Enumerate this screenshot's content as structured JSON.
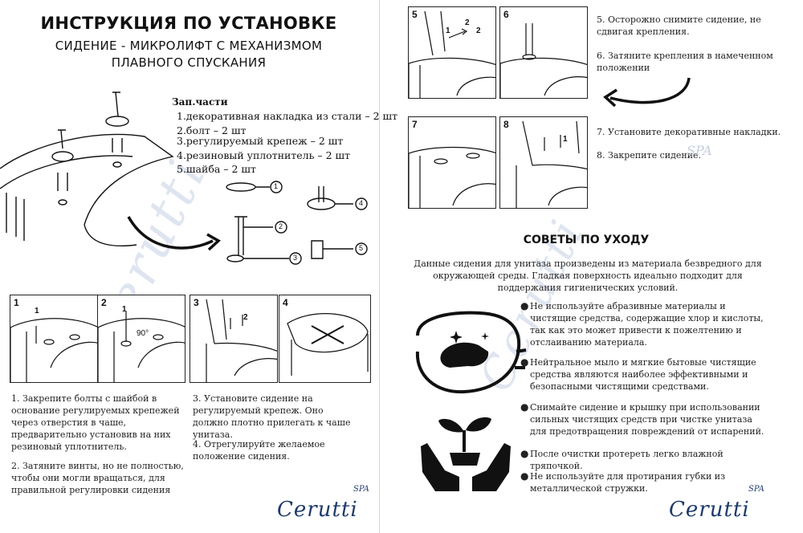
{
  "header": {
    "title": "ИНСТРУКЦИЯ ПО УСТАНОВКЕ",
    "subtitle_line1": "СИДЕНИЕ - МИКРОЛИФТ С МЕХАНИЗМОМ",
    "subtitle_line2": "ПЛАВНОГО СПУСКАНИЯ"
  },
  "parts": {
    "title": "Зап.части",
    "items": [
      "1.декоративная накладка из стали – 2 шт",
      "2.болт – 2 шт",
      "3.регулируемый крепеж – 2 шт",
      "4.резиновый уплотнитель – 2 шт",
      "5.шайба – 2 шт"
    ],
    "callouts": [
      "1",
      "2",
      "3",
      "4",
      "5"
    ]
  },
  "steps_left": {
    "box_labels": [
      "1",
      "2",
      "3",
      "4"
    ],
    "angle_label": "90°",
    "small_labels": [
      "1",
      "1",
      "2"
    ],
    "text1": "1.   Закрепите болты с шайбой в основание регулируемых крепежей через отверстия в чаше, предварительно установив на них резиновый уплотнитель.",
    "text2": "2.   Затяните винты, но не полностью, чтобы они могли вращаться, для правильной регулировки сидения",
    "text3": "3. Установите сидение на регулируемый крепеж. Оно должно плотно прилегать к чаше унитаза.",
    "text4": "4. Отрегулируйте желаемое положение сидения."
  },
  "steps_right": {
    "box_labels": [
      "5",
      "6",
      "7",
      "8"
    ],
    "small_labels": [
      "2",
      "2",
      "1",
      "1"
    ],
    "text5": "5. Осторожно снимите сидение, не сдвигая крепления.",
    "text6": "6. Затяните крепления в намеченном положении",
    "text7": "7. Установите декоративные накладки.",
    "text8": "8. Закрепите сидение."
  },
  "care": {
    "title": "СОВЕТЫ ПО УХОДУ",
    "intro": "Данные сидения для унитаза произведены из материала безвредного для окружающей среды. Гладкая поверхность идеально подходит для поддержания гигиенических условий.",
    "tips": [
      "Не используйте абразивные материалы и чистящие средства, содержащие хлор и кислоты, так как это может привести к пожелтению и отслаиванию материала.",
      "Нейтральное мыло и мягкие бытовые чистящие средства являются наиболее эффективными и безопасными чистящими средствами.",
      "Снимайте сидение и крышку при использовании сильных чистящих средств при чистке унитаза для предотвращения повреждений от испарений.",
      "После очистки протереть легко влажной тряпочкой.",
      "Не используйте для протирания губки из металлической стружки."
    ]
  },
  "brand": {
    "name": "Cerutti",
    "mark": "SPA",
    "watermark": "Cerutti",
    "color": "#1e3a6b"
  }
}
